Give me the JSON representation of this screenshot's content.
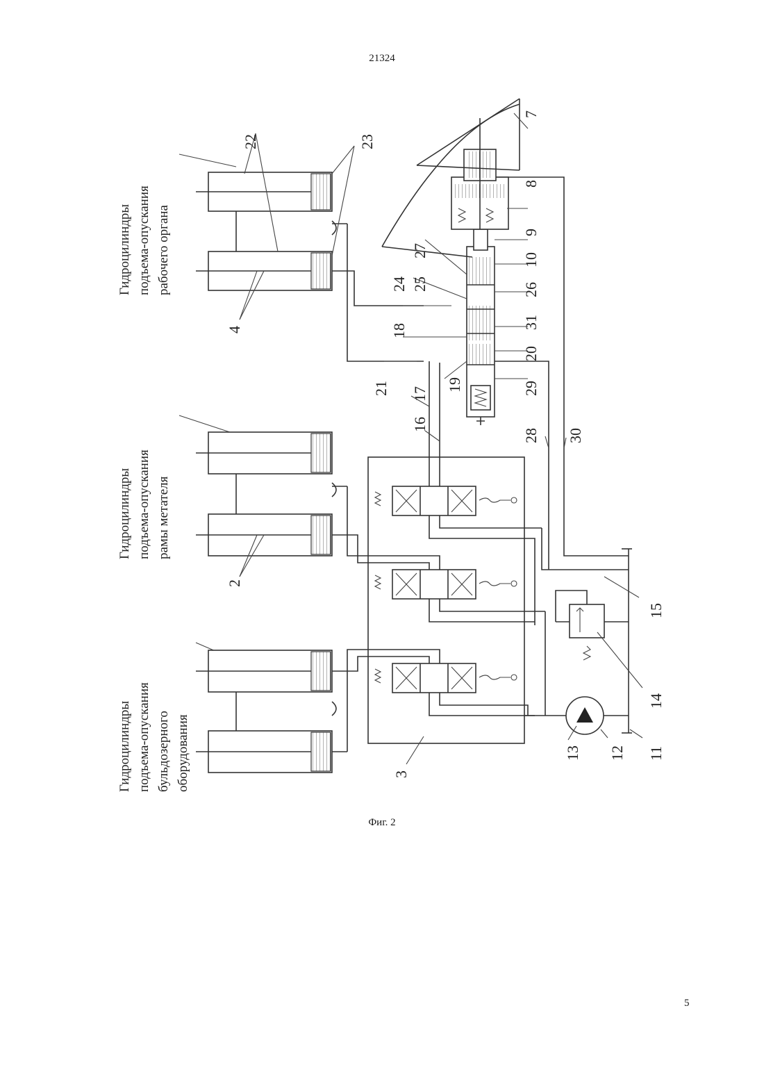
{
  "document": {
    "number": "21324",
    "figure_caption": "Фиг. 2",
    "page_number": "5"
  },
  "groups": {
    "bulldozer": [
      "Гидроцилиндры",
      "подъема-опускания",
      "бульдозерного",
      "оборудования"
    ],
    "thrower_frame": [
      "Гидроцилиндры",
      "подъема-опускания",
      "рамы метателя"
    ],
    "working_organ": [
      "Гидроцилиндры",
      "подъема-опускания",
      "рабочего органа"
    ]
  },
  "callouts": {
    "n2": "2",
    "n3": "3",
    "n4": "4",
    "n7": "7",
    "n8": "8",
    "n9": "9",
    "n10": "10",
    "n11": "11",
    "n12": "12",
    "n13": "13",
    "n14": "14",
    "n15": "15",
    "n16": "16",
    "n17": "17",
    "n18": "18",
    "n19": "19",
    "n20": "20",
    "n21": "21",
    "n22": "22",
    "n23": "23",
    "n24": "24",
    "n25": "25",
    "n26": "26",
    "n27": "27",
    "n28": "28",
    "n29": "29",
    "n30": "30",
    "n31": "31"
  }
}
